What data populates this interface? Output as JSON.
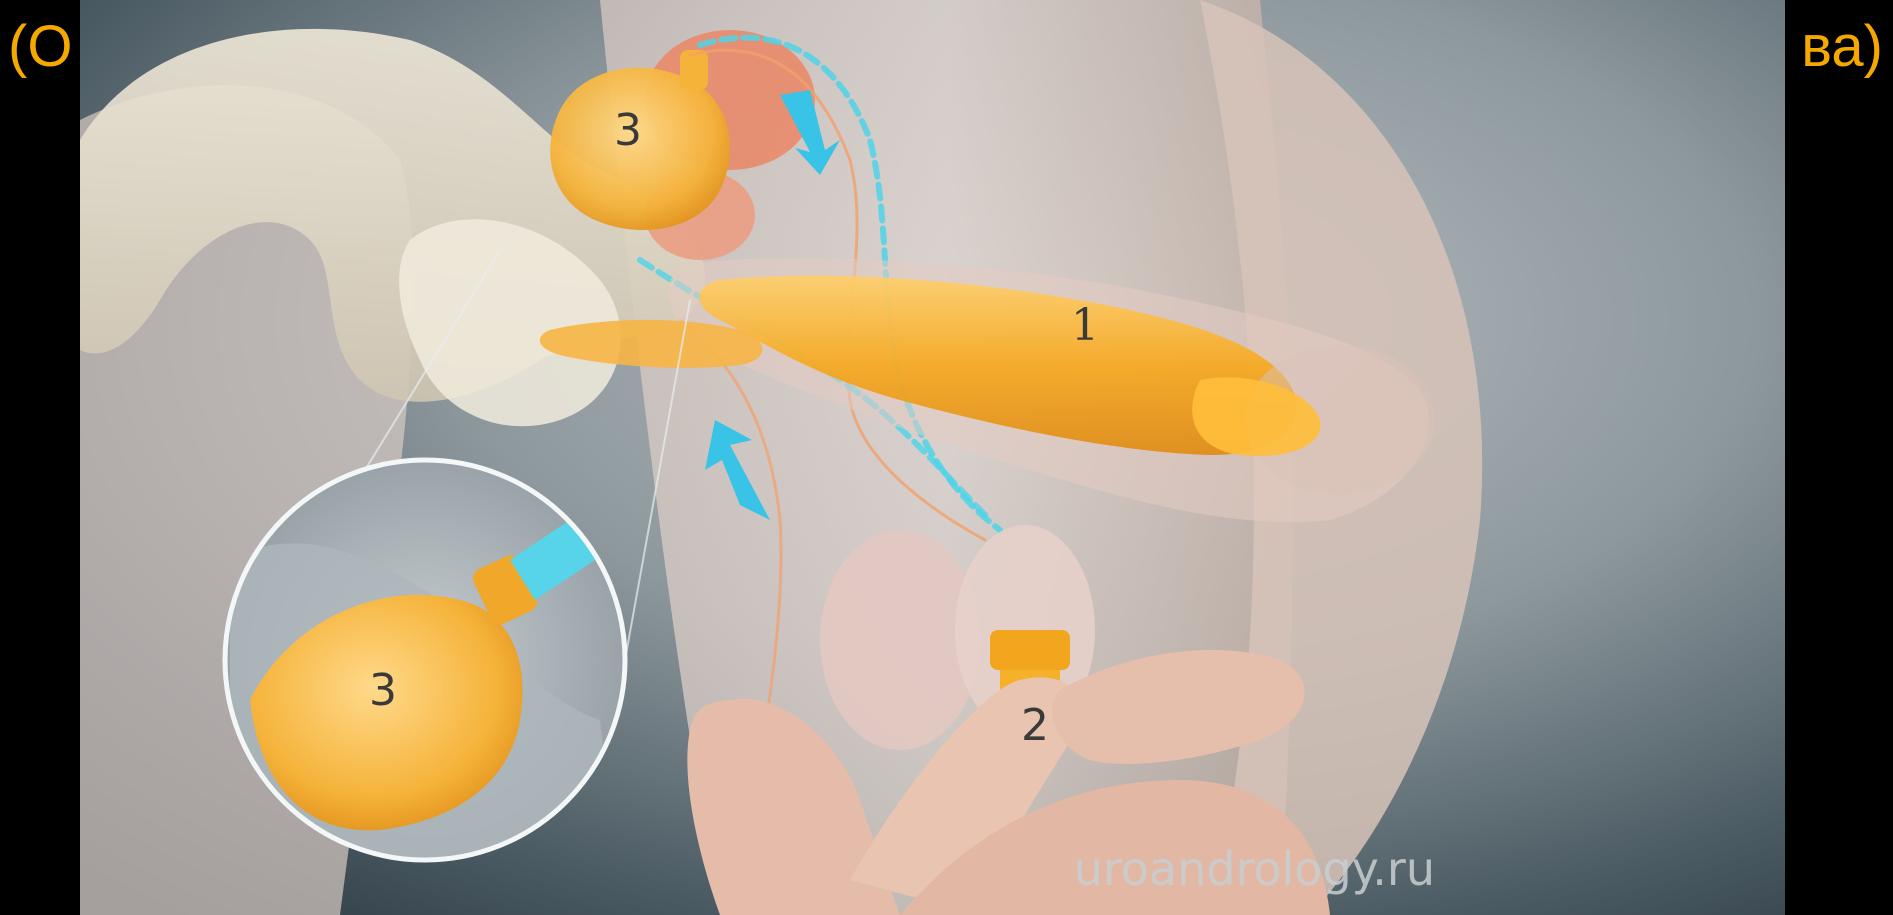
{
  "slide": {
    "title_left_fragment": "(О",
    "title_right_fragment": "ва)"
  },
  "illustration": {
    "labels": {
      "cylinder": "1",
      "pump": "2",
      "reservoir": "3",
      "reservoir_inset": "3"
    },
    "watermark": "uroandrology.ru",
    "colors": {
      "implant": "#f7a81b",
      "tubing": "#4fd3e8",
      "arrow": "#39c3e6",
      "title": "#f5a800"
    }
  }
}
